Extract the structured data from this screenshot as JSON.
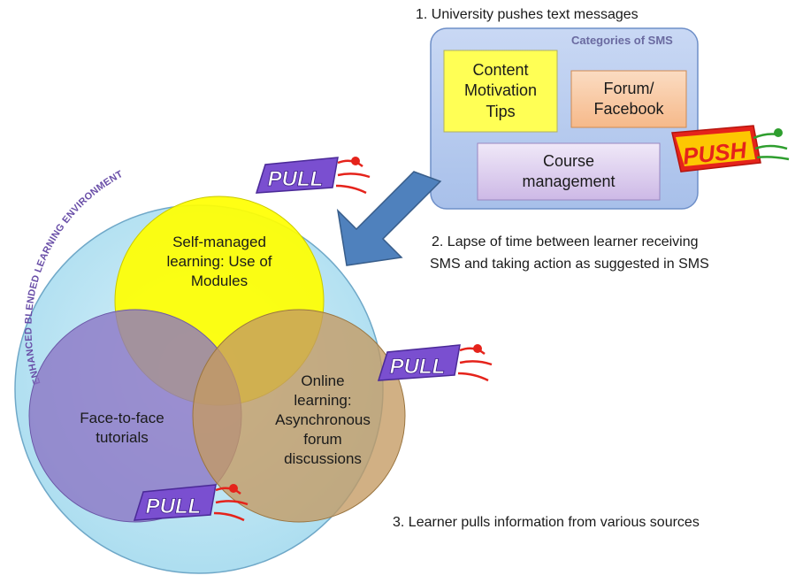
{
  "steps": {
    "step1": "1.  University pushes text messages",
    "step2_line1": "2.  Lapse of time between learner receiving",
    "step2_line2": "SMS and taking action as suggested in SMS",
    "step3": "3.  Learner pulls information from various sources"
  },
  "sms_panel": {
    "title": "Categories of SMS",
    "content_box": [
      "Content",
      "Motivation",
      "Tips"
    ],
    "forum_box": [
      "Forum/",
      "Facebook"
    ],
    "course_box": [
      "Course",
      "management"
    ],
    "push_label": "PUSH"
  },
  "environment": {
    "arc_label": "ENHANCED BLENDED LEARNING ENVIRONMENT"
  },
  "circles": {
    "self_managed": [
      "Self-managed",
      "learning: Use of",
      "Modules"
    ],
    "face_to_face": [
      "Face-to-face",
      "tutorials"
    ],
    "online": [
      "Online",
      "learning:",
      "Asynchronous",
      "forum",
      "discussions"
    ]
  },
  "pull_label": "PULL",
  "colors": {
    "environment_fill": "#bfe6f4",
    "yellow": "#ffff00",
    "purple": "#9b86c8",
    "tan": "#c9a473",
    "arrow": "#4f81bd",
    "push_red": "#e5231b",
    "pull_purple": "#7a4fd0"
  }
}
